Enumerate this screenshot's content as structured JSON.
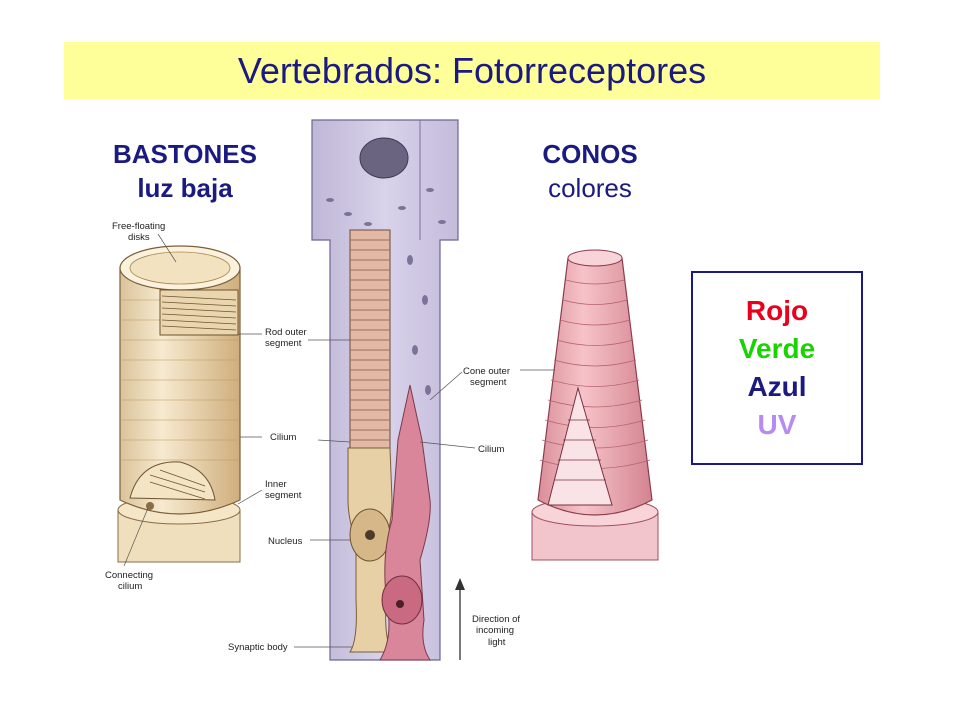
{
  "title": "Vertebrados: Fotorreceptores",
  "rods": {
    "heading": "BASTONES",
    "subheading": "luz baja"
  },
  "cones": {
    "heading": "CONOS",
    "subheading": "colores"
  },
  "legend": {
    "items": [
      {
        "label": "Rojo",
        "color": "#e8001c"
      },
      {
        "label": "Verde",
        "color": "#19d400"
      },
      {
        "label": "Azul",
        "color": "#1a1a80"
      },
      {
        "label": "UV",
        "color": "#b78cf2"
      }
    ]
  },
  "diagram_labels": {
    "free_floating_1": "Free-floating",
    "free_floating_2": "disks",
    "rod_outer_1": "Rod outer",
    "rod_outer_2": "segment",
    "cilium_left": "Cilium",
    "inner_1": "Inner",
    "inner_2": "segment",
    "nucleus": "Nucleus",
    "connecting_1": "Connecting",
    "connecting_2": "cilium",
    "synaptic": "Synaptic body",
    "cone_outer_1": "Cone outer",
    "cone_outer_2": "segment",
    "cilium_right": "Cilium",
    "direction_1": "Direction of",
    "direction_2": "incoming",
    "direction_3": "light"
  }
}
